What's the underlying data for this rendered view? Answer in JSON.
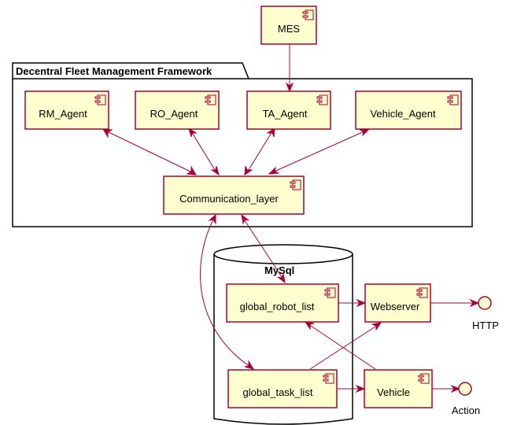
{
  "package": {
    "title": "Decentral Fleet Management Framework"
  },
  "database": {
    "title": "MySql"
  },
  "components": {
    "mes": "MES",
    "rm_agent": "RM_Agent",
    "ro_agent": "RO_Agent",
    "ta_agent": "TA_Agent",
    "vehicle_agent": "Vehicle_Agent",
    "communication_layer": "Communication_layer",
    "global_robot_list": "global_robot_list",
    "global_task_list": "global_task_list",
    "webserver": "Webserver",
    "vehicle": "Vehicle"
  },
  "interfaces": {
    "http": "HTTP",
    "action": "Action"
  },
  "colors": {
    "component_fill": "#FEFECE",
    "border": "#A80036",
    "arrow": "#A80036"
  }
}
